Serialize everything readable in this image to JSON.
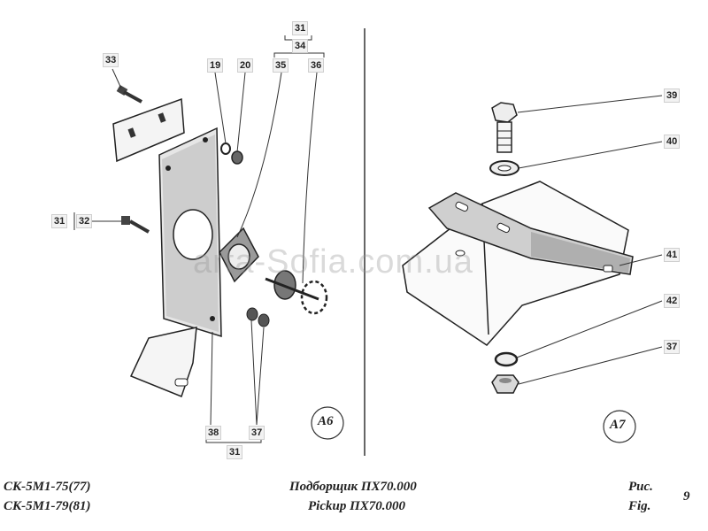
{
  "callouts": {
    "c33": "33",
    "c19": "19",
    "c20": "20",
    "c31_top": "31",
    "c34": "34",
    "c35": "35",
    "c36": "36",
    "c31_left": "31",
    "c32": "32",
    "c38": "38",
    "c37_left": "37",
    "c31_bottom": "31",
    "c39": "39",
    "c40": "40",
    "c41": "41",
    "c42": "42",
    "c37_right": "37"
  },
  "views": {
    "left": "А6",
    "right": "А7"
  },
  "watermark": "arta-Sofia.com.ua",
  "footer": {
    "model_line1": "СК-5М1-75(77)",
    "model_line2": "СК-5М1-79(81)",
    "title_ru": "Подборщик ПХ70.000",
    "title_en": "Pickup ПХ70.000",
    "fig_ru": "Рис.",
    "fig_en": "Fig.",
    "fig_number": "9"
  },
  "colors": {
    "ink": "#222222",
    "shade": "#8a8a8a",
    "callout_bg": "#f2f2f2"
  }
}
